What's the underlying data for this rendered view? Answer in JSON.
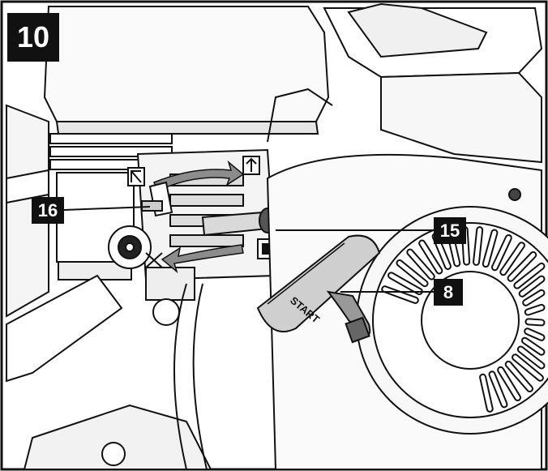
{
  "figure": {
    "number": "10"
  },
  "callouts": [
    {
      "label": "16",
      "part": "choke-lever"
    },
    {
      "label": "15",
      "part": "fuel-valve-lever"
    },
    {
      "label": "8",
      "part": "starter-handle"
    }
  ],
  "handle": {
    "text": "START"
  },
  "colors": {
    "ink": "#111111",
    "paper": "#ffffff",
    "shade": "#d9d9d9",
    "arrow": "#8c8c8c"
  },
  "icons": [
    "choke-symbol-icon",
    "fuel-pump-icon",
    "valve-open-icon",
    "closed-x-icon"
  ]
}
